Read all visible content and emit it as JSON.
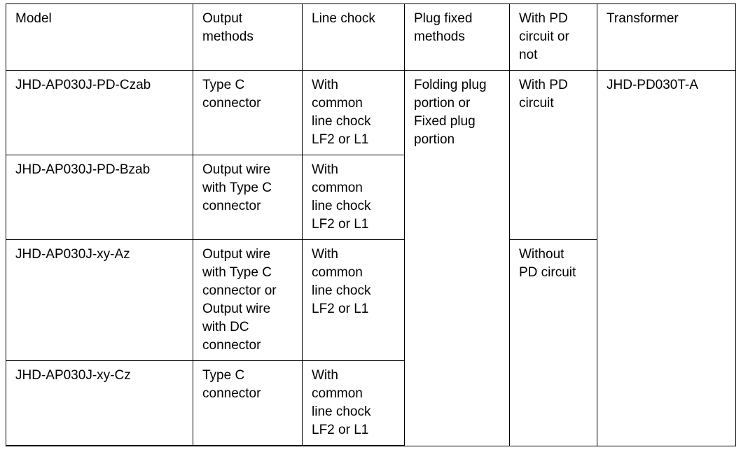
{
  "table": {
    "columns": [
      {
        "key": "model",
        "label": "Model"
      },
      {
        "key": "output",
        "label": "Output\nmethods"
      },
      {
        "key": "chock",
        "label": "Line chock"
      },
      {
        "key": "plug",
        "label": "Plug fixed\nmethods"
      },
      {
        "key": "pd",
        "label": "With PD\ncircuit or\nnot"
      },
      {
        "key": "xfmr",
        "label": "Transformer"
      }
    ],
    "rows": [
      {
        "model": "JHD-AP030J-PD-Czab",
        "output": "Type C\nconnector",
        "chock": "With\ncommon\nline chock\nLF2 or L1",
        "plug": "Folding plug\nportion or\nFixed plug\nportion",
        "pd": "With PD\ncircuit",
        "xfmr": "JHD-PD030T-A"
      },
      {
        "model": "JHD-AP030J-PD-Bzab",
        "output": "Output wire\nwith Type C\nconnector",
        "chock": "With\ncommon\nline chock\nLF2 or L1"
      },
      {
        "model": "JHD-AP030J-xy-Az",
        "output": "Output wire\nwith Type C\nconnector or\nOutput wire\nwith DC\nconnector",
        "chock": "With\ncommon\nline chock\nLF2 or L1",
        "pd": "Without\nPD circuit"
      },
      {
        "model": "JHD-AP030J-xy-Cz",
        "output": "Type C\nconnector",
        "chock": "With\ncommon\nline chock\nLF2 or L1"
      }
    ]
  },
  "colors": {
    "border": "#000000",
    "text": "#000000",
    "background": "#ffffff"
  }
}
